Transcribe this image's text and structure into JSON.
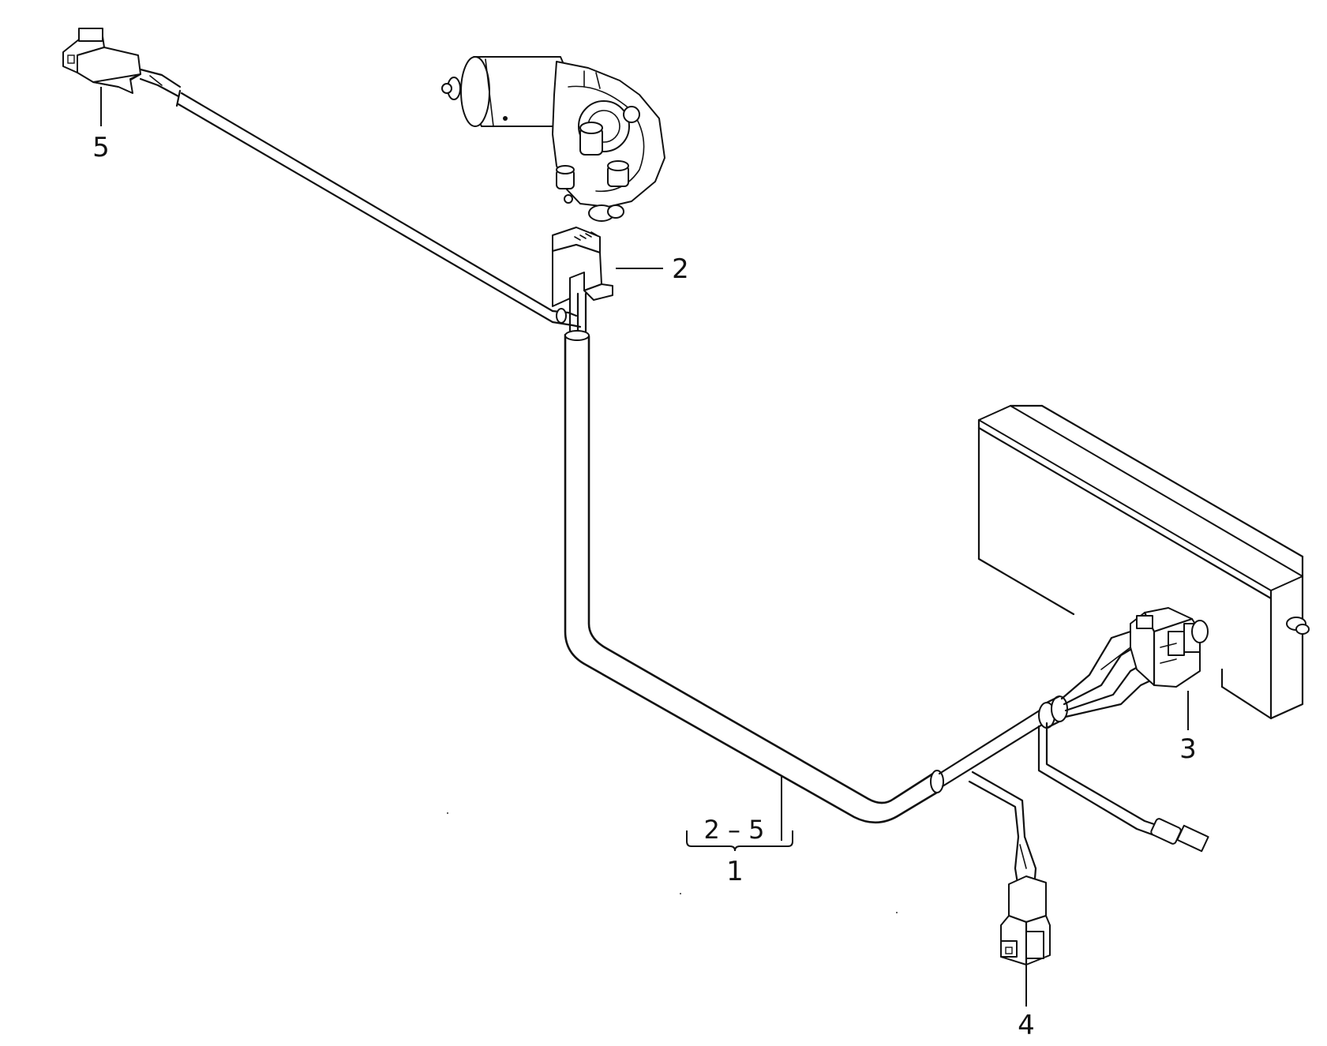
{
  "callouts": {
    "c1": "1",
    "c2": "2",
    "c3": "3",
    "c4": "4",
    "c5": "5"
  },
  "range_label": "2 – 5",
  "colors": {
    "ink": "#111111",
    "paper": "#ffffff"
  }
}
